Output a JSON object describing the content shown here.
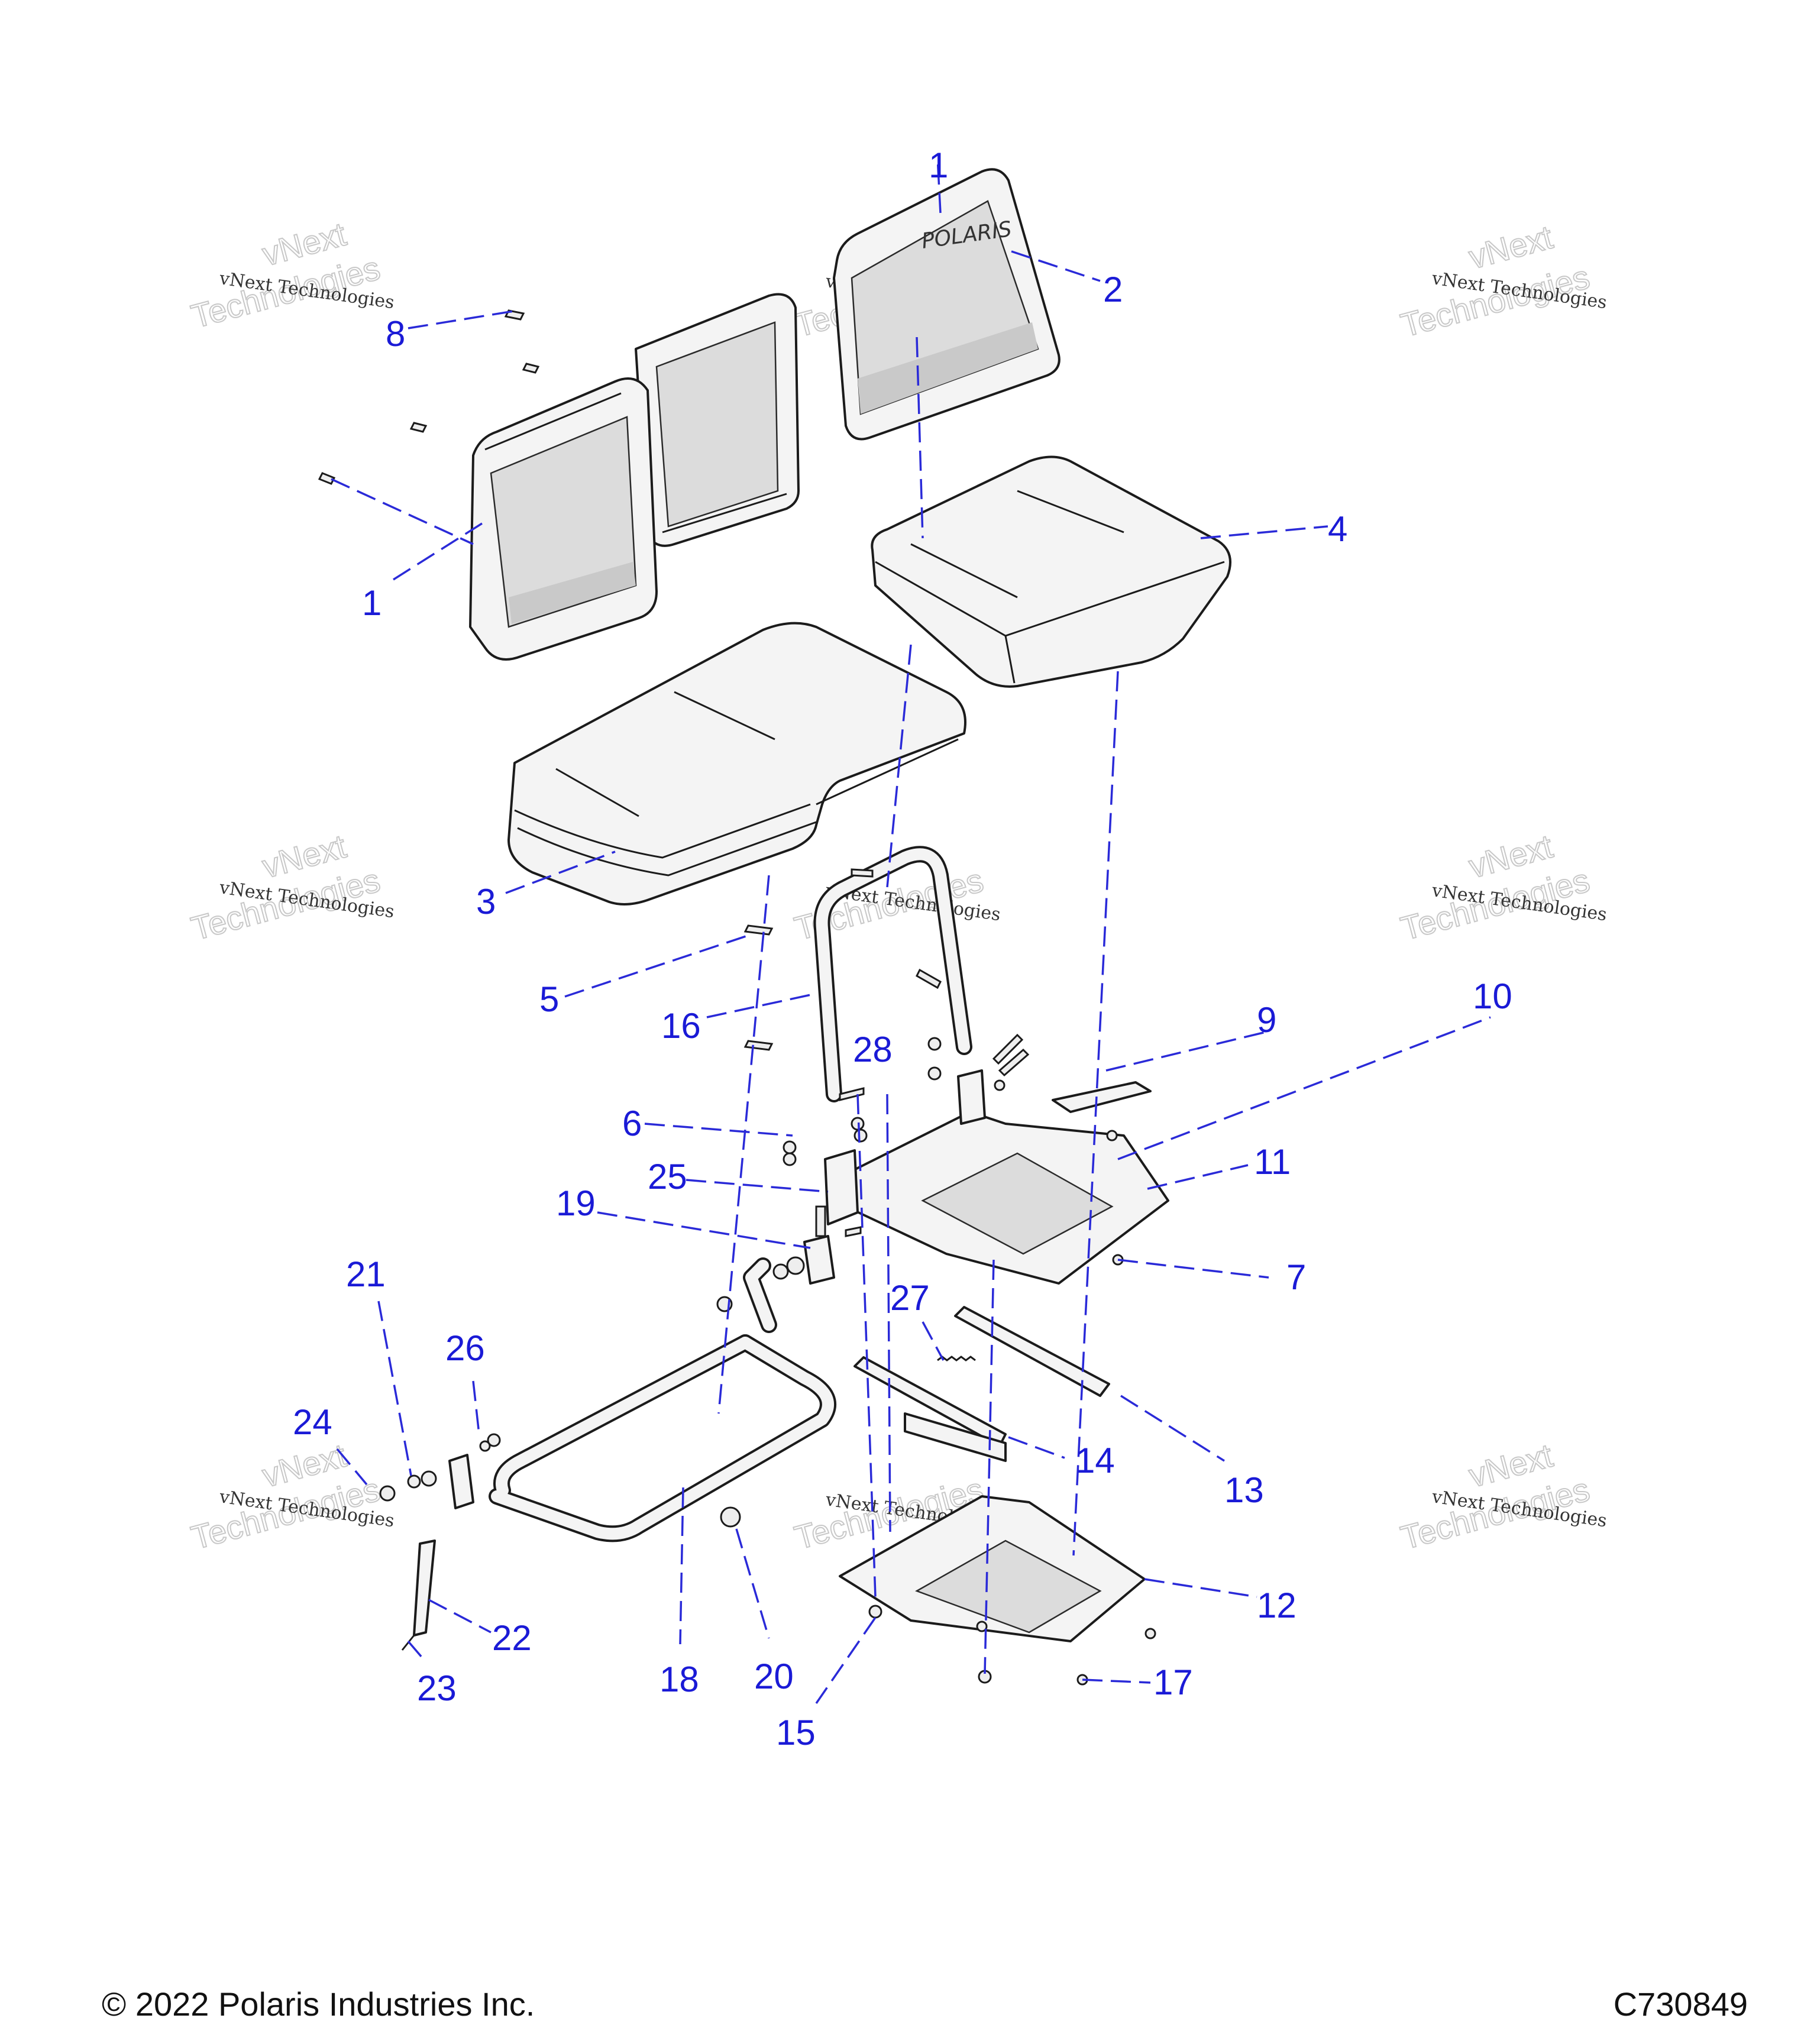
{
  "callouts": [
    "1",
    "1",
    "2",
    "3",
    "4",
    "5",
    "6",
    "7",
    "8",
    "9",
    "10",
    "11",
    "12",
    "13",
    "14",
    "15",
    "16",
    "17",
    "18",
    "19",
    "20",
    "21",
    "22",
    "23",
    "24",
    "25",
    "26",
    "27",
    "28"
  ],
  "watermark": {
    "line1": "vNext Technologies",
    "line2": "Technologies",
    "small": "vNext"
  },
  "footer": {
    "copyright": "© 2022 Polaris Industries Inc.",
    "figure_id": "C730849"
  },
  "logo_text": "POLARIS",
  "colors": {
    "callout": "#1a1ad6",
    "leader": "#2a2ad8",
    "part_outline": "#1b1b1b"
  }
}
